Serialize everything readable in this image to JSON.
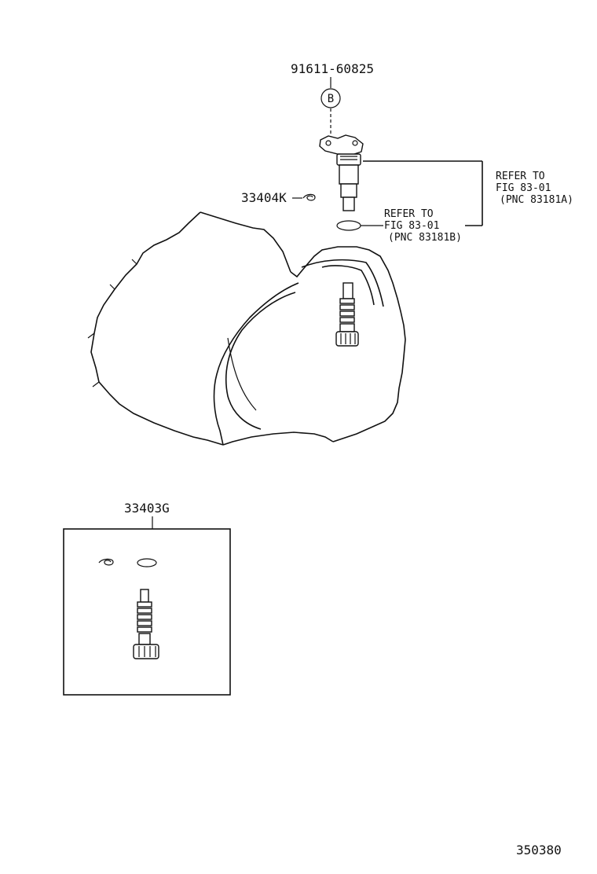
{
  "callouts": {
    "sensor_bolt_part_no": "91611-60825",
    "bolt_marker": "B",
    "clip_part_no": "33404K",
    "kit_part_no": "33403G",
    "drawing_no": "350380"
  },
  "references": {
    "sensor_ref": {
      "line1": "REFER TO",
      "line2": "FIG 83-01",
      "line3": "(PNC 83181A)"
    },
    "oring_ref": {
      "line1": "REFER TO",
      "line2": "FIG 83-01",
      "line3": "(PNC 83181B)"
    }
  },
  "icons": [
    "speed-sensor-icon",
    "o-ring-icon",
    "clip-icon",
    "driven-gear-icon",
    "transaxle-case-icon"
  ]
}
